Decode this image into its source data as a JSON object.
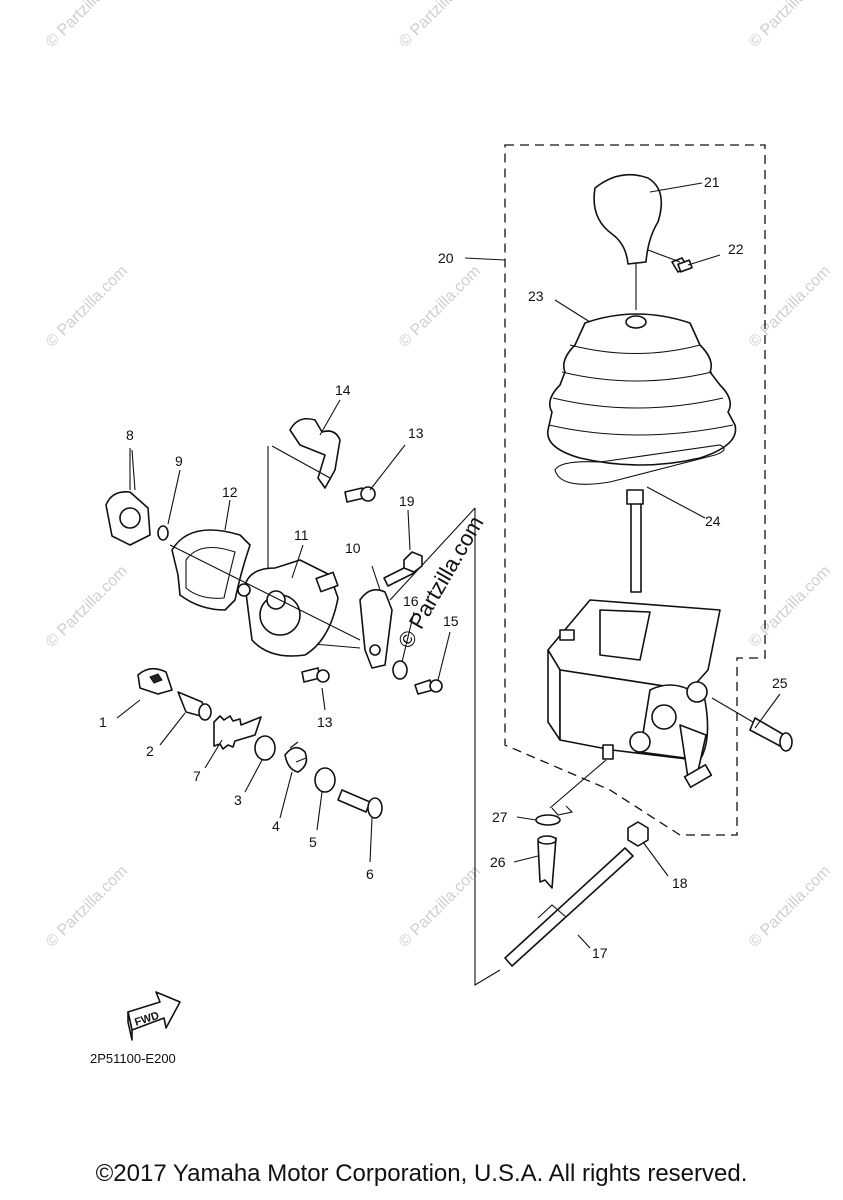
{
  "diagram_code": "2P51100-E200",
  "copyright": "©2017 Yamaha Motor Corporation, U.S.A. All rights reserved.",
  "watermark_text": "© Partzilla.com",
  "center_watermark": "© Partzilla.com",
  "fwd_label": "FWD",
  "callouts": [
    "1",
    "2",
    "3",
    "4",
    "5",
    "6",
    "7",
    "8",
    "9",
    "10",
    "11",
    "12",
    "13",
    "13",
    "14",
    "15",
    "16",
    "17",
    "18",
    "19",
    "20",
    "21",
    "22",
    "23",
    "24",
    "25",
    "26",
    "27"
  ]
}
